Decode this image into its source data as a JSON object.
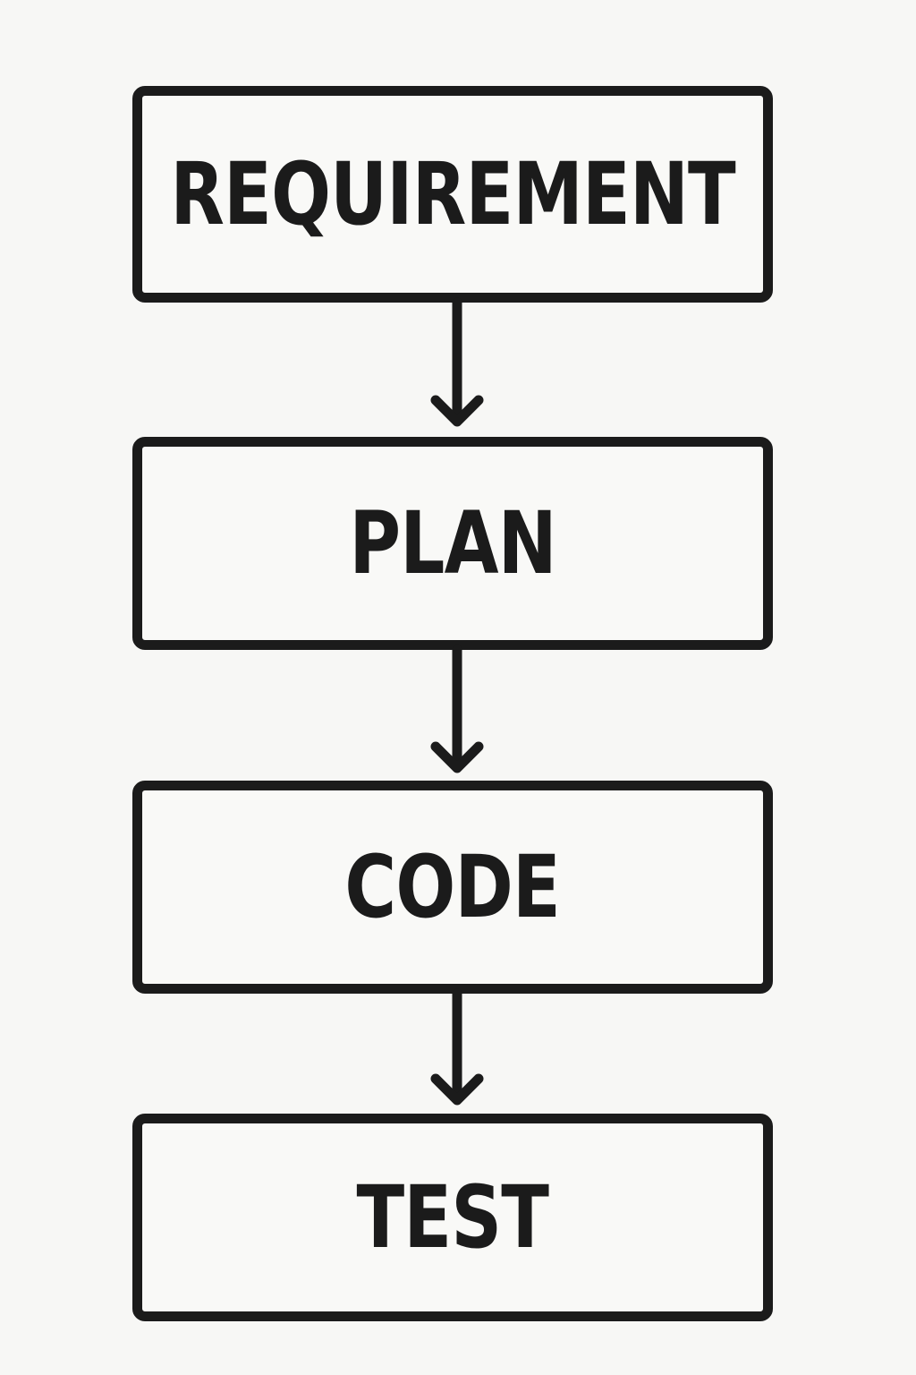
{
  "diagram": {
    "steps": [
      {
        "label": "REQUIREMENT"
      },
      {
        "label": "PLAN"
      },
      {
        "label": "CODE"
      },
      {
        "label": "TEST"
      }
    ],
    "colors": {
      "stroke": "#1b1b1b",
      "background": "#f7f7f5"
    }
  }
}
